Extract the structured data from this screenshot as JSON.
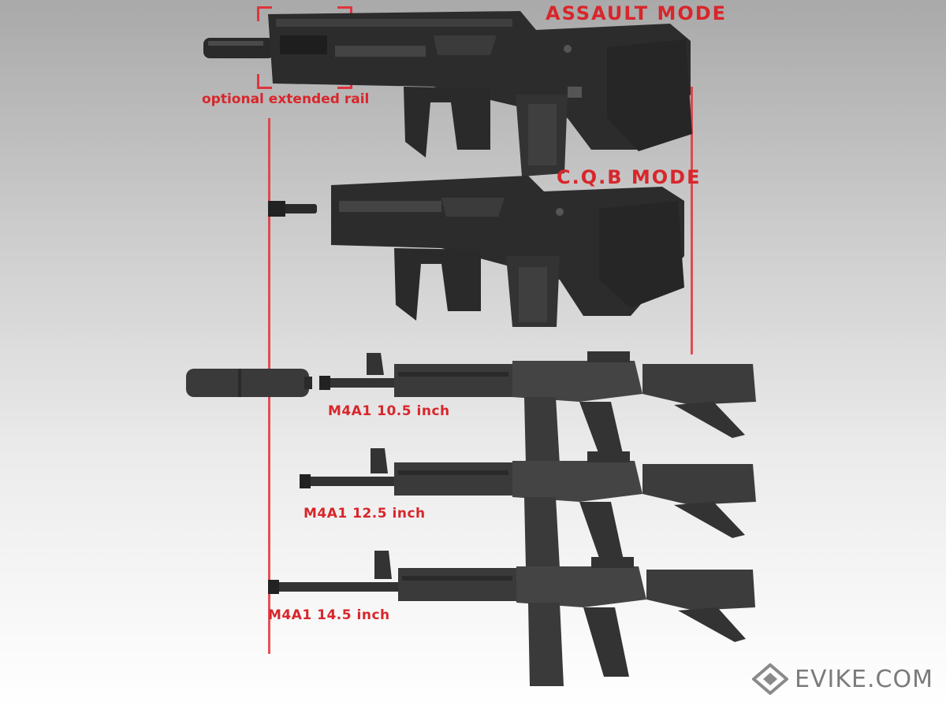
{
  "labels": {
    "assault_mode": "ASSAULT MODE",
    "cqb_mode": "C.Q.B MODE",
    "optional_rail": "optional extended rail",
    "m4a1_10": "M4A1 10.5 inch",
    "m4a1_12": "M4A1 12.5 inch",
    "m4a1_14": "M4A1 14.5 inch"
  },
  "watermark": {
    "text": "EVIKE.COM",
    "icon": "evike-logo-icon"
  },
  "colors": {
    "accent": "#d8262b",
    "gun_body": "#2e2e2e",
    "gun_light": "#555555",
    "m4_body": "#3a3a3a"
  }
}
